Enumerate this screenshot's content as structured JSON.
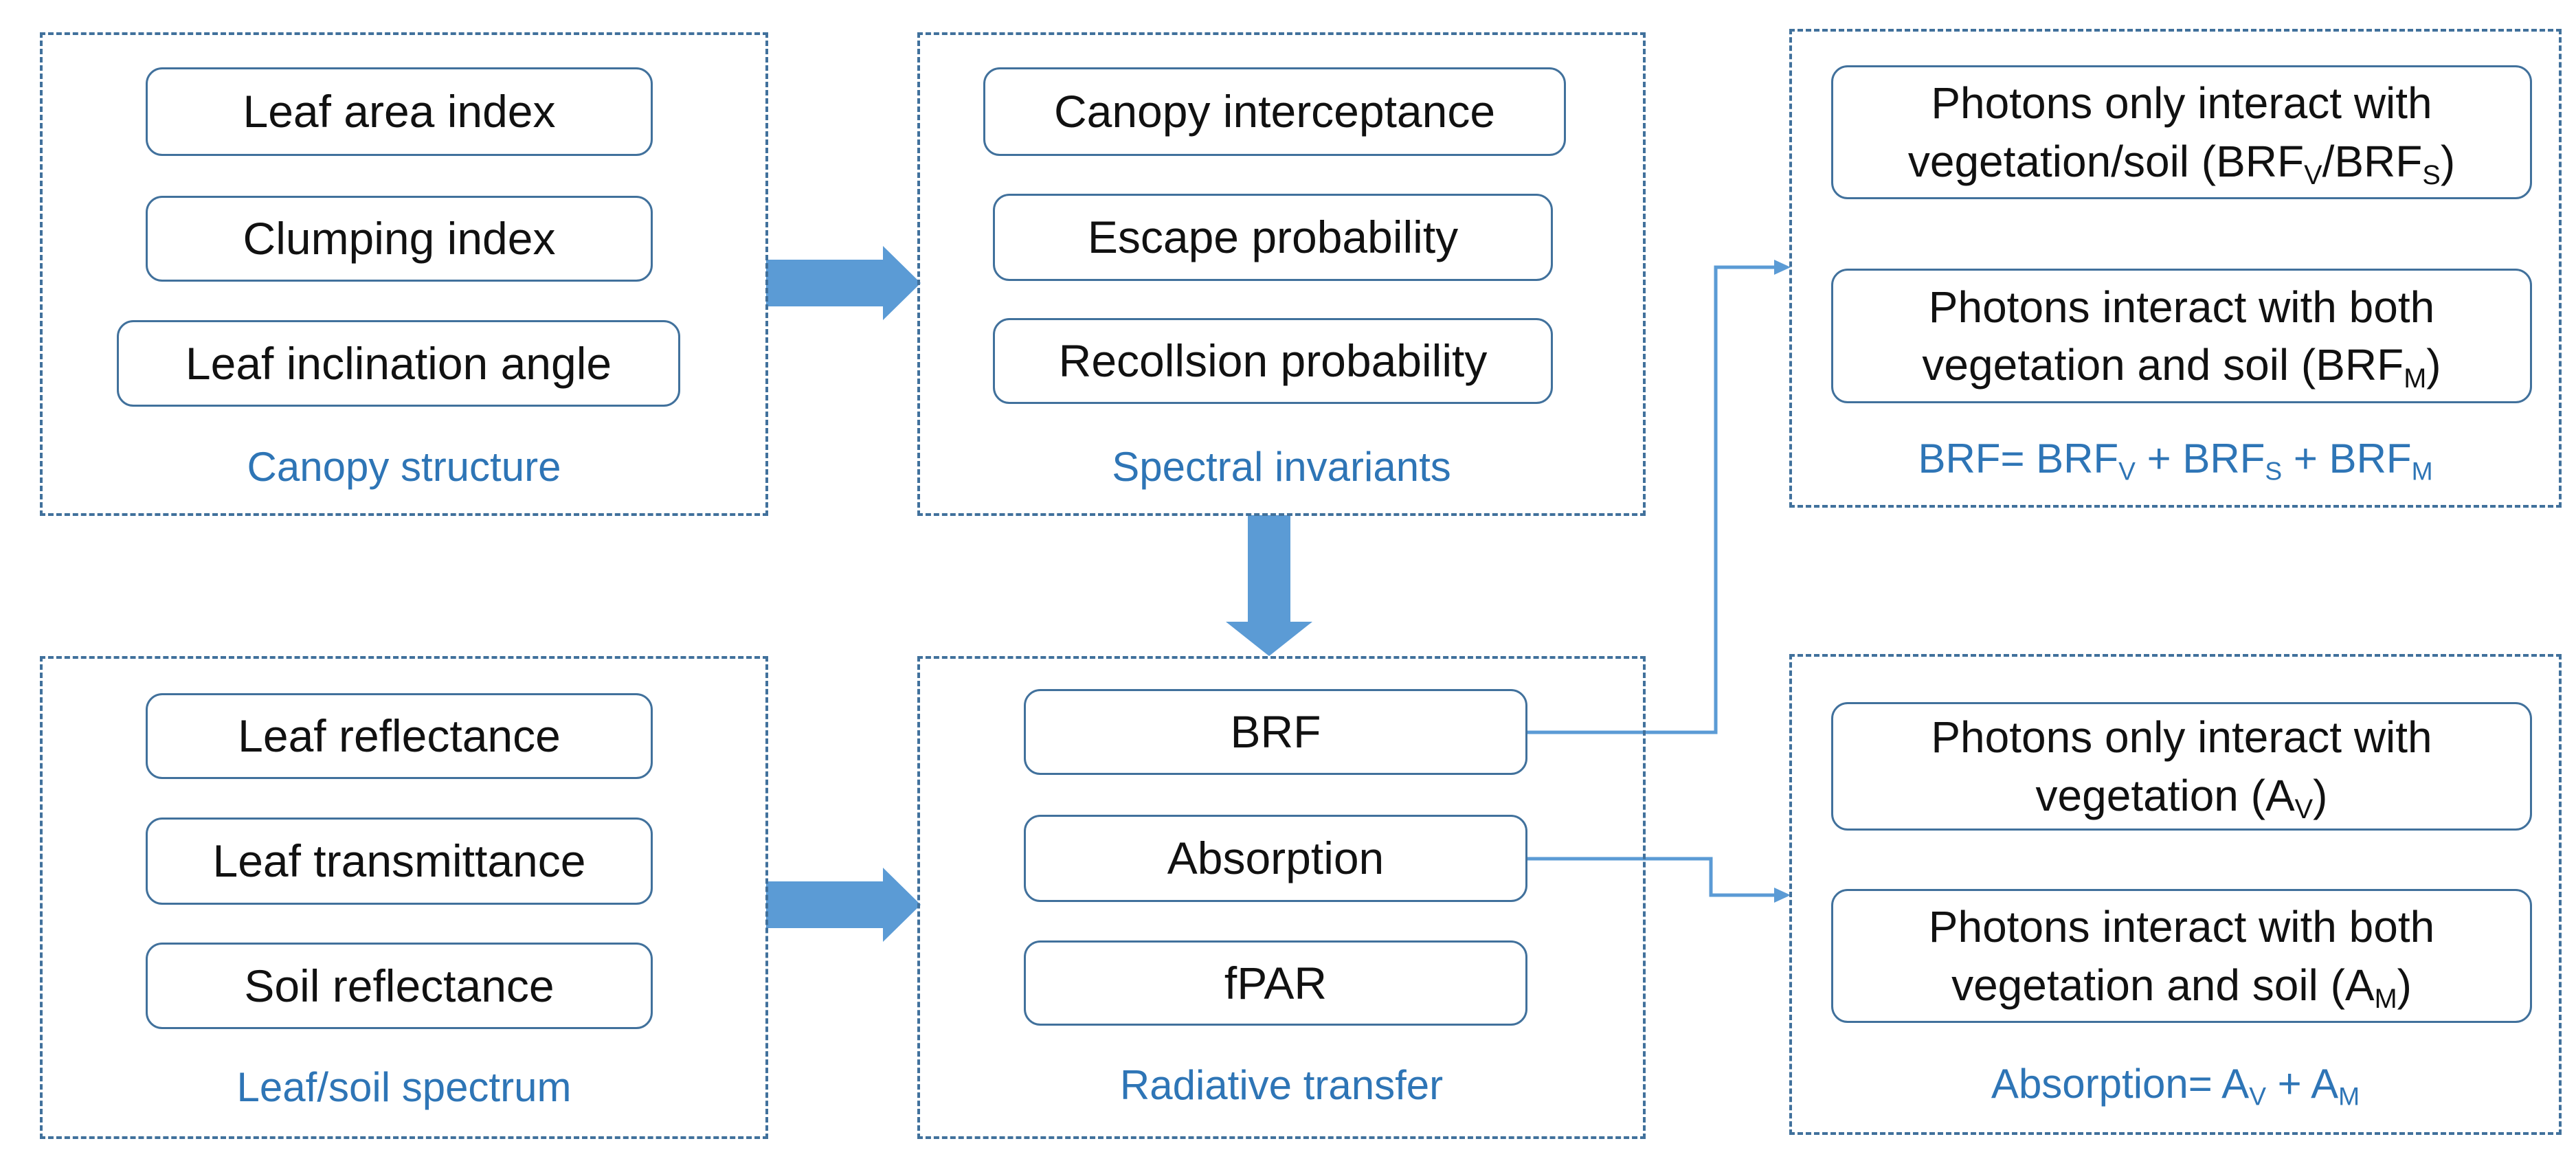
{
  "groups": {
    "canopy_structure": {
      "label": "Canopy structure",
      "items": [
        "Leaf area index",
        "Clumping index",
        "Leaf inclination angle"
      ]
    },
    "spectral_invariants": {
      "label": "Spectral invariants",
      "items": [
        "Canopy interceptance",
        "Escape probability",
        "Recollsion probability"
      ]
    },
    "leaf_soil_spectrum": {
      "label": "Leaf/soil spectrum",
      "items": [
        "Leaf reflectance",
        "Leaf transmittance",
        "Soil reflectance"
      ]
    },
    "radiative_transfer": {
      "label": "Radiative transfer",
      "items": [
        "BRF",
        "Absorption",
        "fPAR"
      ]
    },
    "brf_components": {
      "box1": {
        "line1": "Photons only interact with",
        "line2": "vegetation/soil (BRF",
        "sub1": "V",
        "mid": "/BRF",
        "sub2": "S",
        "end": ")"
      },
      "box2": {
        "line1": "Photons interact with both",
        "line2": "vegetation and soil (BRF",
        "sub": "M",
        "end": ")"
      },
      "formula": {
        "t1": "BRF= BRF",
        "s1": "V",
        "t2": " + BRF",
        "s2": "S",
        "t3": " + BRF",
        "s3": "M"
      }
    },
    "absorption_components": {
      "box1": {
        "line1": "Photons only interact with",
        "line2": "vegetation (A",
        "sub": "V",
        "end": ")"
      },
      "box2": {
        "line1": "Photons interact with both",
        "line2": "vegetation and soil (A",
        "sub": "M",
        "end": ")"
      },
      "formula": {
        "t1": "Absorption= A",
        "s1": "V",
        "t2": " + A",
        "s2": "M"
      }
    }
  },
  "colors": {
    "border": "#41719c",
    "label": "#2e75b6",
    "arrow": "#5b9bd5"
  }
}
